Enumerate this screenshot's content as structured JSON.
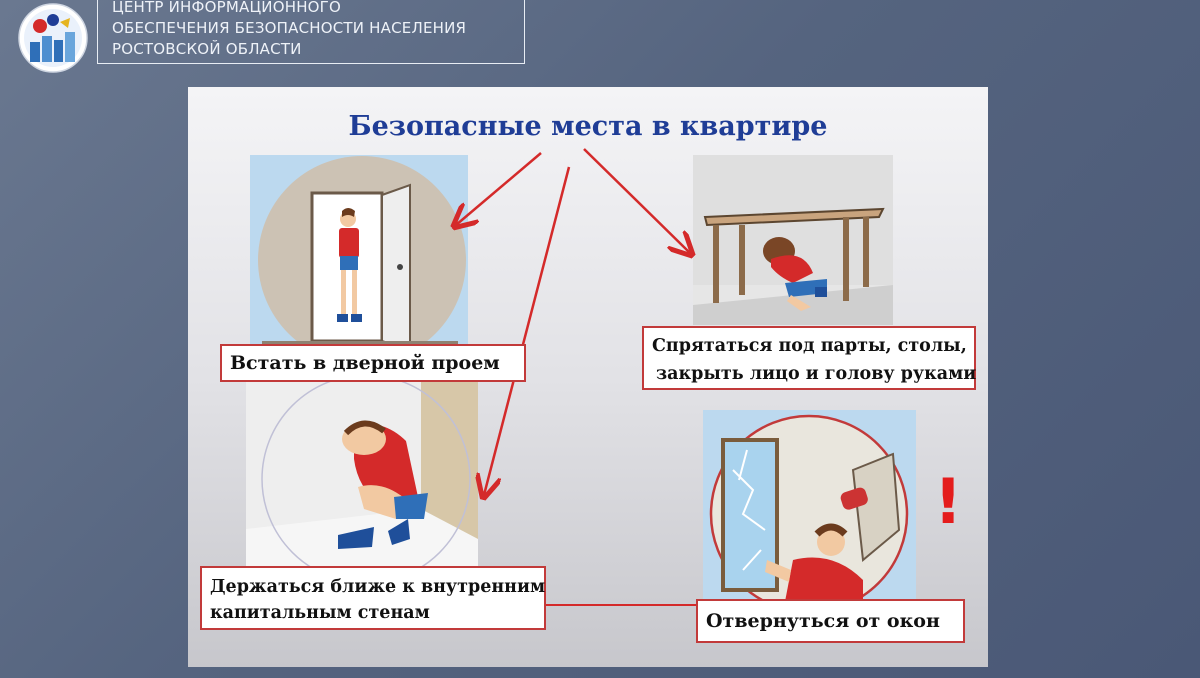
{
  "org": {
    "lines": [
      "ЦЕНТР ИНФОРМАЦИОННОГО",
      "ОБЕСПЕЧЕНИЯ БЕЗОПАСНОСТИ НАСЕЛЕНИЯ",
      "РОСТОВСКОЙ ОБЛАСТИ"
    ]
  },
  "poster": {
    "title": "Безопасные места в квартире",
    "cards": [
      {
        "label": "Встать в дверной проем"
      },
      {
        "label_lines": [
          "Спрятаться под парты, столы,",
          "закрыть лицо и голову руками"
        ]
      },
      {
        "label_lines": [
          "Держаться ближе к внутренним",
          "капитальным стенам"
        ]
      },
      {
        "label": "Отвернуться от окон"
      }
    ],
    "exclamation": "!"
  },
  "colors": {
    "title": "#1f3d96",
    "arrow": "#d42a2a",
    "label_border": "#c23a3a",
    "shirt": "#d42a2a",
    "jeans": "#2f6fb8"
  }
}
